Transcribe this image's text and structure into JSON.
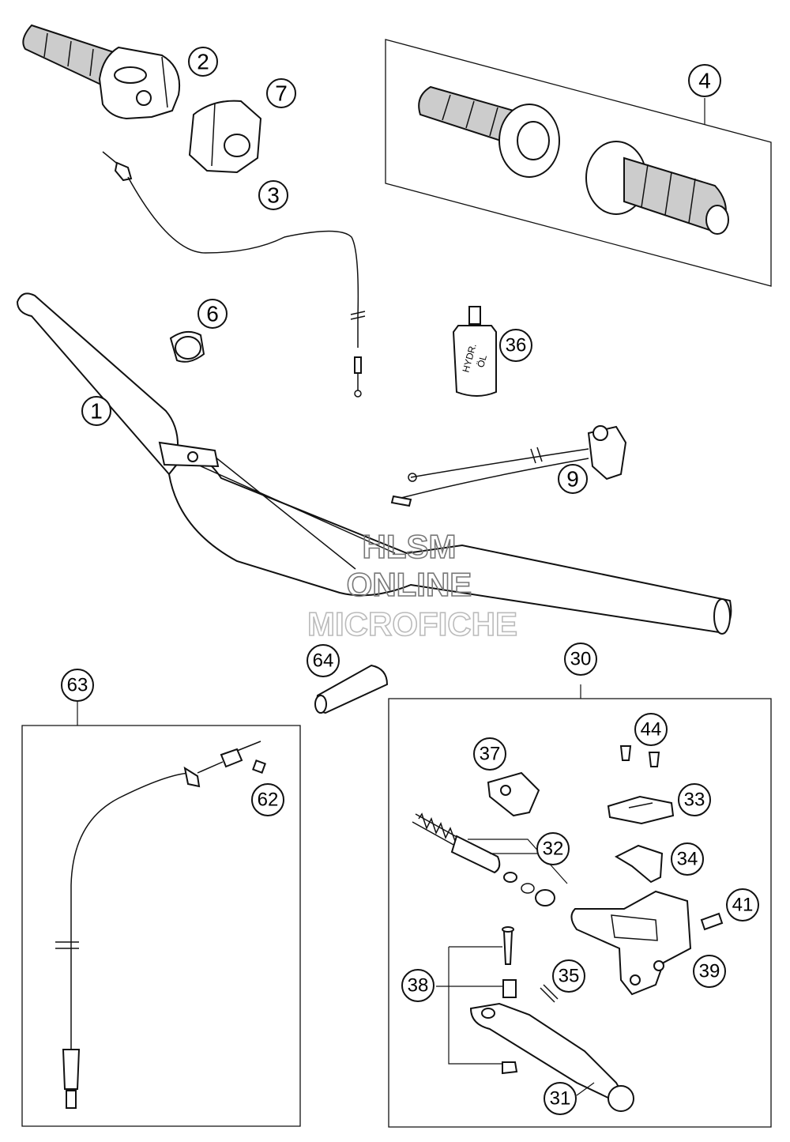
{
  "callouts": {
    "c1": "1",
    "c2": "2",
    "c3": "3",
    "c4": "4",
    "c6": "6",
    "c7": "7",
    "c9": "9",
    "c30": "30",
    "c31": "31",
    "c32": "32",
    "c33": "33",
    "c34": "34",
    "c35": "35",
    "c36": "36",
    "c37": "37",
    "c38": "38",
    "c39": "39",
    "c41": "41",
    "c44": "44",
    "c62": "62",
    "c63": "63",
    "c64": "64"
  },
  "bottle_label": {
    "line1": "HYDR.",
    "line2": "ÖL"
  },
  "watermark": {
    "line1": "HLSM",
    "line2": "ONLINE",
    "line3": "MICROFICHE"
  }
}
